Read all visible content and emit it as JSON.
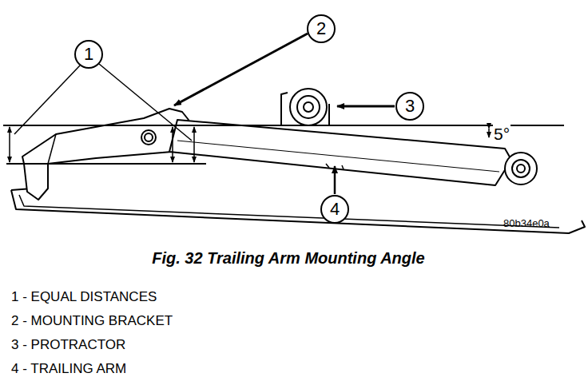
{
  "diagram": {
    "caption": "Fig. 32 Trailing Arm Mounting Angle",
    "nodes": [
      {
        "text": [
          "1"
        ]
      },
      {
        "text": [
          "2"
        ]
      },
      {
        "text": [
          "3"
        ]
      },
      {
        "text": [
          "4"
        ]
      }
    ],
    "labels": [
      "5°",
      "80b34e0a",
      "1 - EQUAL DISTANCES",
      "2 - MOUNTING BRACKET",
      "3 - PROTRACTOR",
      "4 - TRAILING ARM"
    ]
  }
}
